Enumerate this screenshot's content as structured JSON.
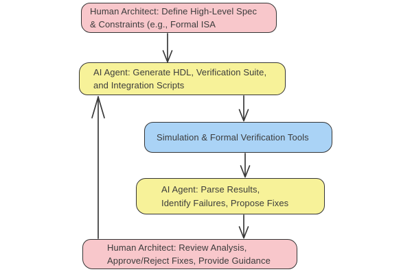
{
  "diagram": {
    "type": "flowchart",
    "background": "#ffffff",
    "stroke_color": "#383838",
    "text_color": "#3b3b3b",
    "colors": {
      "human_node_fill": "#f8c7cb",
      "ai_node_fill": "#f7f299",
      "tool_node_fill": "#aad3f6"
    },
    "nodes": [
      {
        "id": "human-spec",
        "role": "human",
        "fill": "#f8c7cb",
        "lines": [
          "Human Architect: Define High-Level Spec",
          "& Constraints (e.g., Formal ISA"
        ]
      },
      {
        "id": "ai-generate",
        "role": "ai",
        "fill": "#f7f299",
        "lines": [
          "AI Agent: Generate HDL, Verification Suite,",
          "and Integration Scripts"
        ]
      },
      {
        "id": "tools-simulate",
        "role": "tool",
        "fill": "#aad3f6",
        "lines": [
          "Simulation & Formal Verification Tools"
        ]
      },
      {
        "id": "ai-parse",
        "role": "ai",
        "fill": "#f7f299",
        "lines": [
          "AI Agent: Parse Results,",
          "Identify Failures, Propose Fixes"
        ]
      },
      {
        "id": "human-review",
        "role": "human",
        "fill": "#f8c7cb",
        "lines": [
          "Human Architect: Review Analysis,",
          "Approve/Reject Fixes, Provide Guidance"
        ]
      }
    ],
    "arrows": [
      {
        "from": "human-spec",
        "to": "ai-generate",
        "direction": "down"
      },
      {
        "from": "ai-generate",
        "to": "tools-simulate",
        "direction": "down"
      },
      {
        "from": "tools-simulate",
        "to": "ai-parse",
        "direction": "down"
      },
      {
        "from": "ai-parse",
        "to": "human-review",
        "direction": "down"
      },
      {
        "from": "human-review",
        "to": "ai-generate",
        "direction": "up-feedback"
      }
    ]
  }
}
